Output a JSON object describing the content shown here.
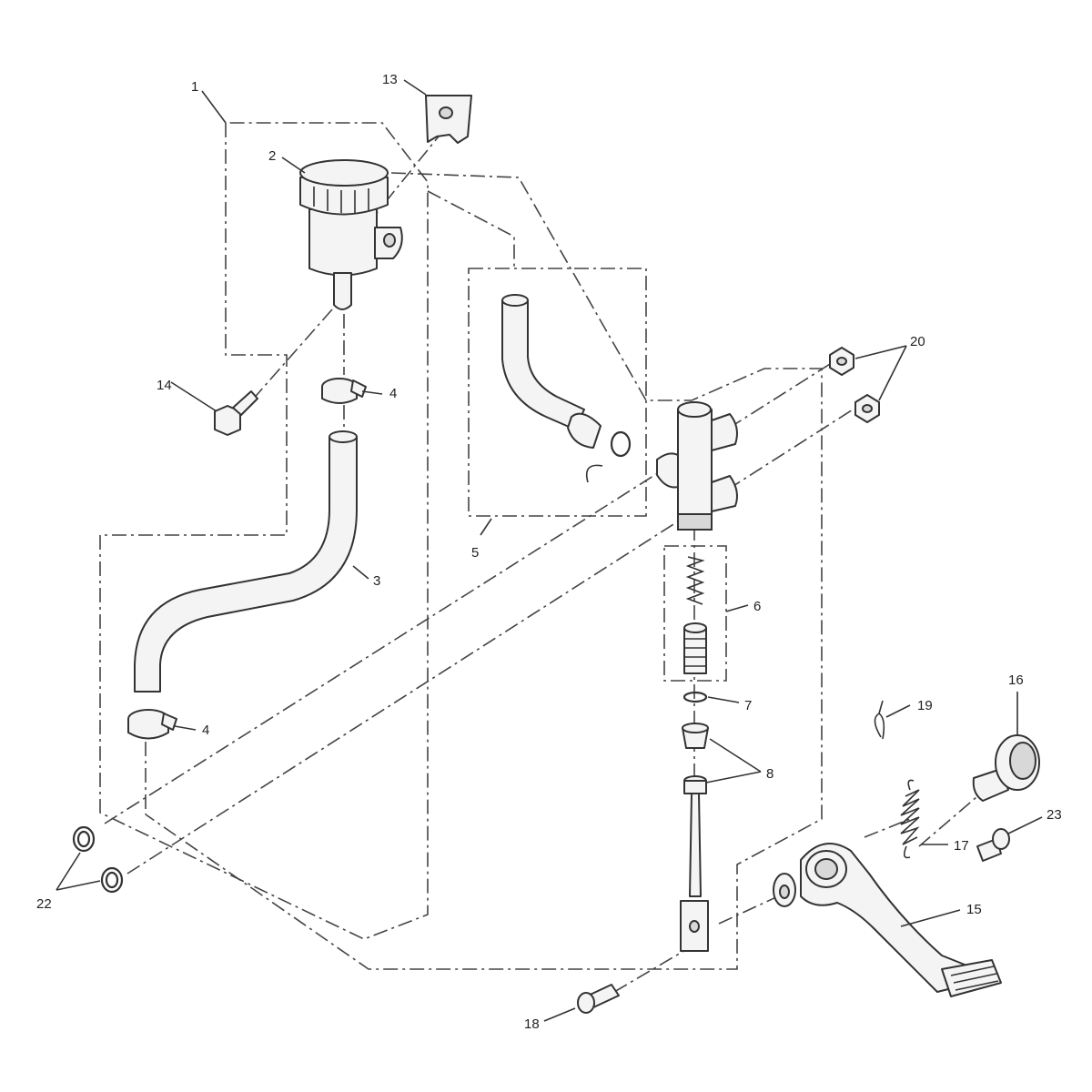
{
  "callouts": {
    "c1": "1",
    "c2": "2",
    "c3": "3",
    "c4a": "4",
    "c4b": "4",
    "c5": "5",
    "c6": "6",
    "c7": "7",
    "c8": "8",
    "c13": "13",
    "c14": "14",
    "c15": "15",
    "c16": "16",
    "c17": "17",
    "c18": "18",
    "c19": "19",
    "c20": "20",
    "c22": "22",
    "c23": "23"
  }
}
